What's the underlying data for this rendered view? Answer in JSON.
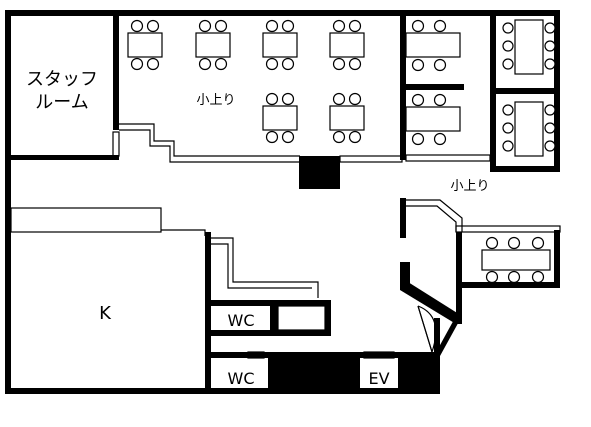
{
  "rooms": {
    "staff_room_line1": "スタッフ",
    "staff_room_line2": "ルーム",
    "kitchen": "K",
    "raised_area_main": "小上り",
    "raised_area_right": "小上り",
    "restroom_upper": "WC",
    "restroom_lower": "WC",
    "elevator": "EV"
  }
}
